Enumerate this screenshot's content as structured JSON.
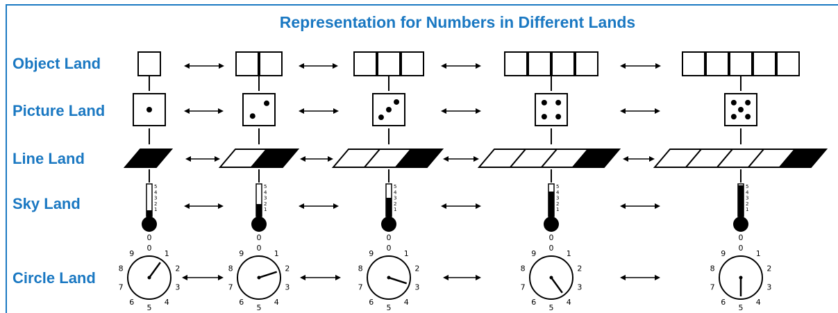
{
  "title": "Representation for Numbers in Different Lands",
  "rows": [
    {
      "label": "Object Land"
    },
    {
      "label": "Picture Land"
    },
    {
      "label": "Line Land"
    },
    {
      "label": "Sky Land"
    },
    {
      "label": "Circle Land"
    }
  ],
  "numbers": [
    1,
    2,
    3,
    4,
    5
  ],
  "thermometer_ticks": [
    "5",
    "4",
    "3",
    "2",
    "1"
  ],
  "thermometer_zero": "0",
  "clock_digits": [
    "0",
    "1",
    "2",
    "3",
    "4",
    "5",
    "6",
    "7",
    "8",
    "9"
  ],
  "icons": {
    "connector": "double-headed-arrow"
  },
  "colors": {
    "accent": "#1a78c2",
    "ink": "#000000"
  }
}
